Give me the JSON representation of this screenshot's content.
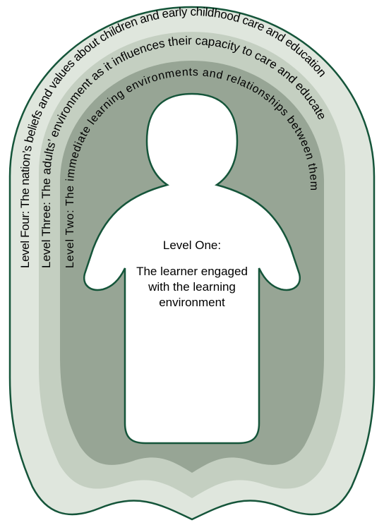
{
  "colors": {
    "outline": "#15553a",
    "level_four_fill": "#dfe6dd",
    "level_three_fill": "#c4cfc1",
    "level_two_fill": "#97a595",
    "learner_fill": "#ffffff",
    "text": "#000000"
  },
  "levels": {
    "level_four": "Level Four: The nation’s beliefs and values about children and early childhood care and education",
    "level_three": "Level Three: The adults’ environment as it influences their capacity to care and educate",
    "level_two": "Level Two: The immediate learning environments and relationships between them"
  },
  "learner": {
    "heading": "Level One:",
    "line1": "The learner engaged",
    "line2": "with the learning",
    "line3": "environment"
  }
}
